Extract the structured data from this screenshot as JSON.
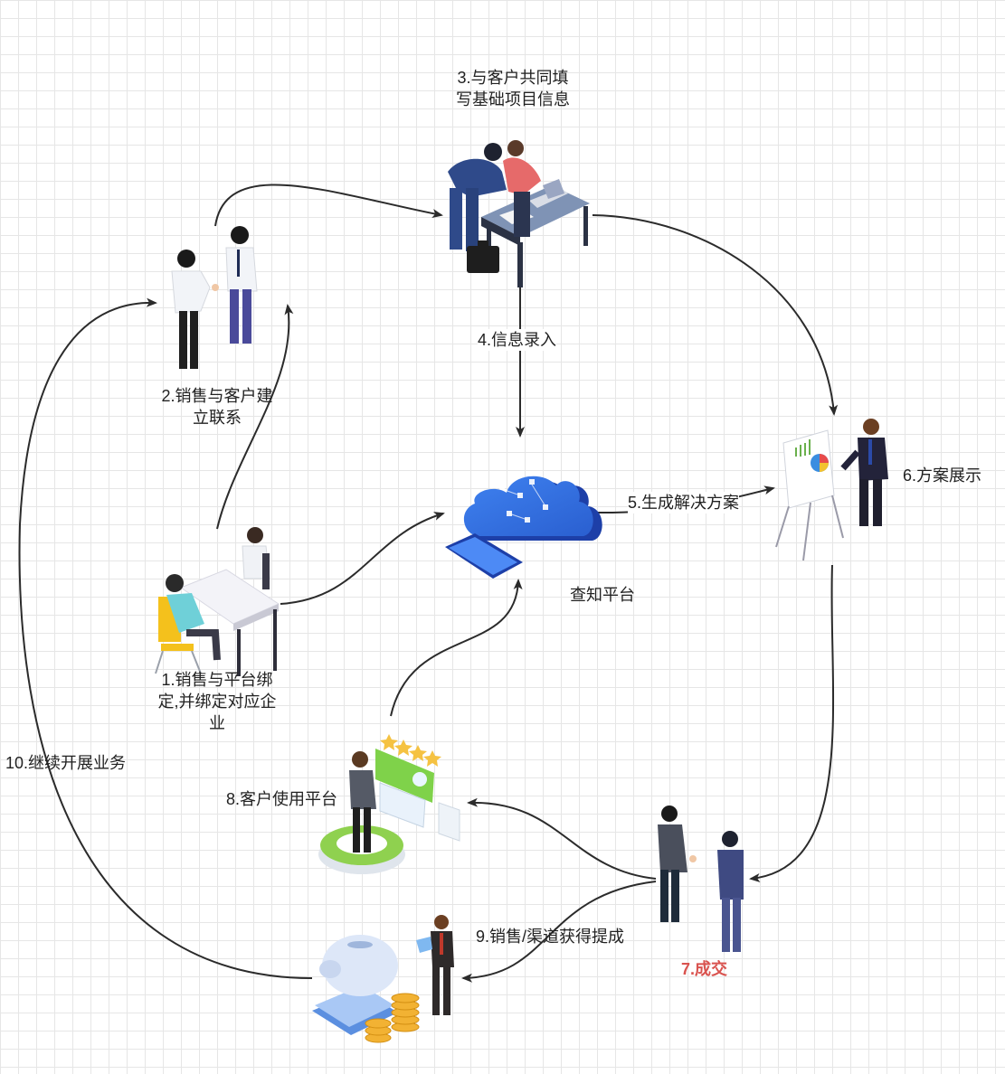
{
  "diagram": {
    "platform_name": "查知平台",
    "steps": {
      "s1": {
        "line1": "1.销售与平台绑",
        "line2": "定,并绑定对应企",
        "line3": "业"
      },
      "s2": {
        "line1": "2.销售与客户建",
        "line2": "立联系"
      },
      "s3": {
        "line1": "3.与客户共同填",
        "line2": "写基础项目信息"
      },
      "s4": "4.信息录入",
      "s5": "5.生成解决方案",
      "s6": "6.方案展示",
      "s7": "7.成交",
      "s8": "8.客户使用平台",
      "s9": "9.销售/渠道获得提成",
      "s10": "10.继续开展业务"
    },
    "colors": {
      "arrow": "#2b2b2b",
      "highlight": "#d9534f",
      "cloud": "#2f6fe0",
      "cloud_dark": "#1d3fa8"
    },
    "icons": [
      "handshake-people-icon",
      "team-laptop-icon",
      "cloud-platform-icon",
      "presentation-icon",
      "deal-handshake-icon",
      "platform-user-icon",
      "piggy-bank-icon",
      "office-meeting-icon"
    ]
  }
}
